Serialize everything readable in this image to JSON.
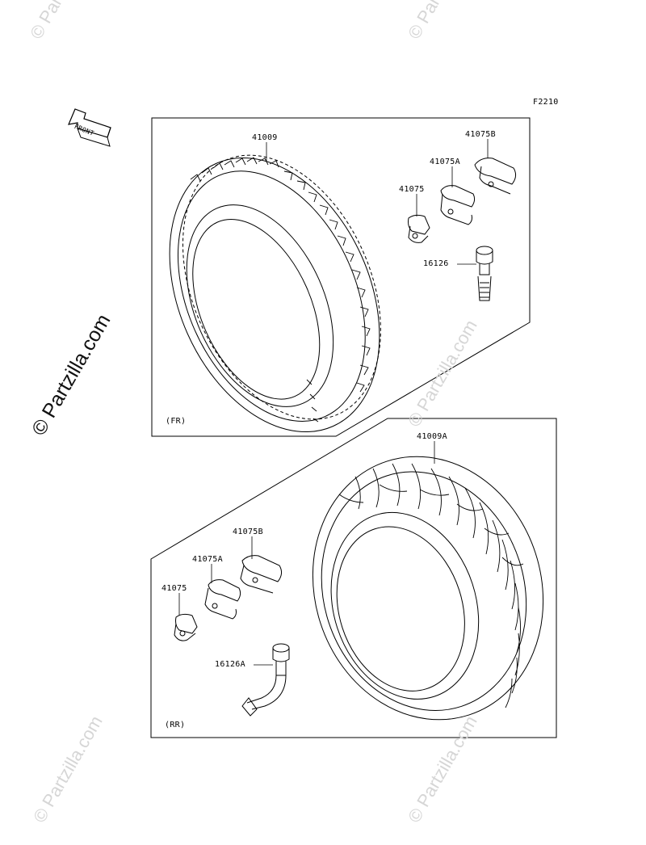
{
  "figure_code": "F2210",
  "front_arrow_text": "FRONT",
  "watermark": "© Partzilla.com",
  "front_group": {
    "tag": "(FR)",
    "parts": {
      "tire": "41009",
      "clip": "41075",
      "clip_a": "41075A",
      "clip_b": "41075B",
      "valve": "16126"
    }
  },
  "rear_group": {
    "tag": "(RR)",
    "parts": {
      "tire": "41009A",
      "clip": "41075",
      "clip_a": "41075A",
      "clip_b": "41075B",
      "valve": "16126A"
    }
  }
}
